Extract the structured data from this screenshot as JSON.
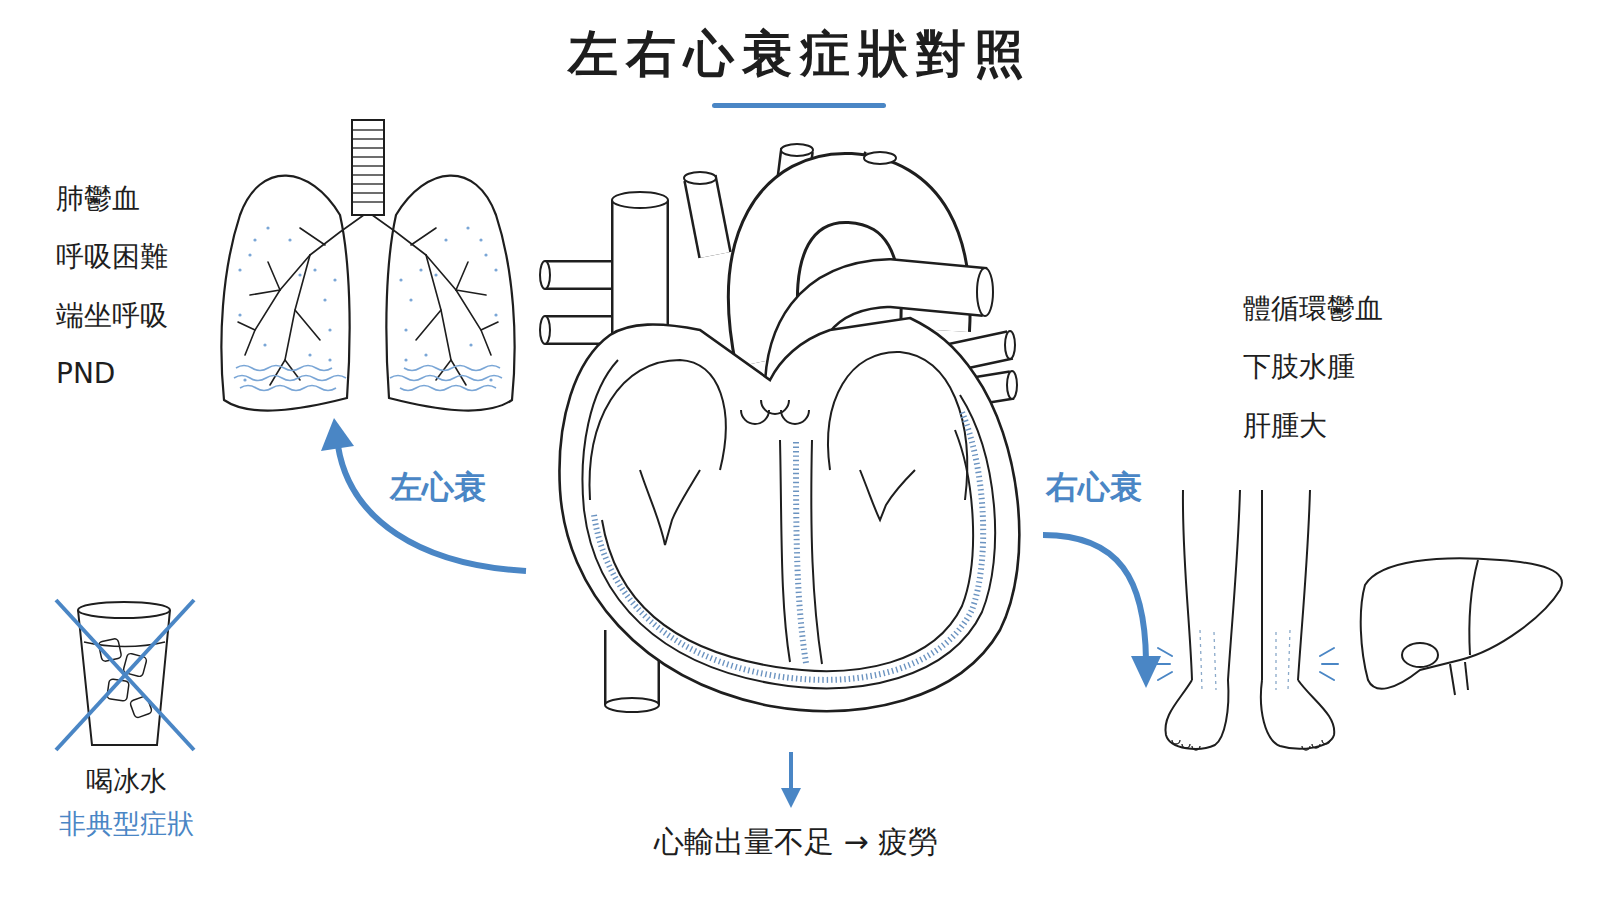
{
  "diagram": {
    "title": "左右心衰症狀對照",
    "labels": [
      "肺鬱血",
      "呼吸困難",
      "端坐呼吸",
      "PND",
      "左心衰",
      "體循環鬱血",
      "下肢水腫",
      "肝腫大",
      "右心衰",
      "喝冰水",
      "非典型症狀",
      "心輸出量不足 → 疲勞"
    ]
  }
}
